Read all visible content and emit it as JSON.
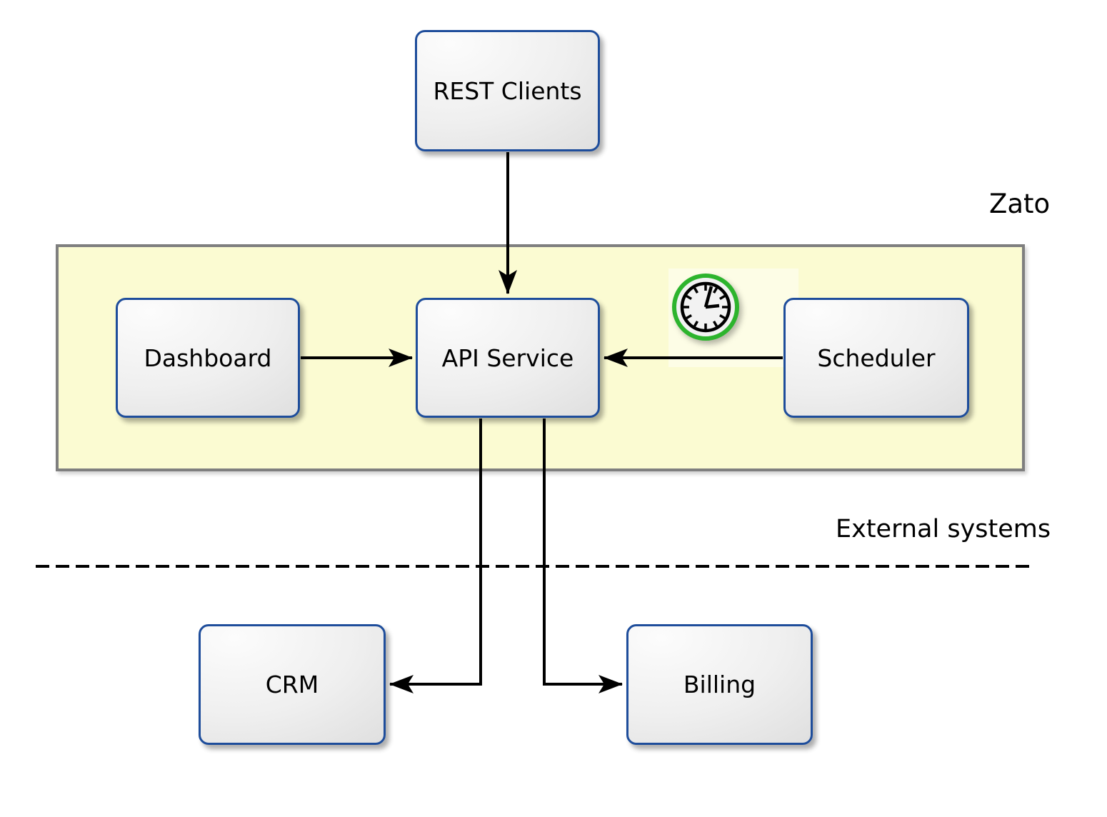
{
  "zone": {
    "label": "Zato"
  },
  "external_label": "External systems",
  "nodes": {
    "rest_clients": {
      "label": "REST Clients"
    },
    "dashboard": {
      "label": "Dashboard"
    },
    "api_service": {
      "label": "API Service"
    },
    "scheduler": {
      "label": "Scheduler"
    },
    "crm": {
      "label": "CRM"
    },
    "billing": {
      "label": "Billing"
    }
  },
  "icons": {
    "scheduler_clock": "clock-icon"
  },
  "connections": [
    {
      "from": "REST Clients",
      "to": "API Service",
      "arrow": "into API Service top"
    },
    {
      "from": "Dashboard",
      "to": "API Service",
      "arrow": "into API Service left"
    },
    {
      "from": "Scheduler",
      "to": "API Service",
      "arrow": "into API Service right"
    },
    {
      "from": "API Service",
      "to": "CRM",
      "arrow": "into CRM right"
    },
    {
      "from": "API Service",
      "to": "Billing",
      "arrow": "into Billing left"
    }
  ],
  "colors": {
    "node_border": "#1e4d9b",
    "zone_fill": "#fbfbd2",
    "zone_border": "#7f7f7f",
    "clock_green": "#2db42d",
    "connector": "#000000",
    "background": "#ffffff",
    "text": "#000000"
  }
}
